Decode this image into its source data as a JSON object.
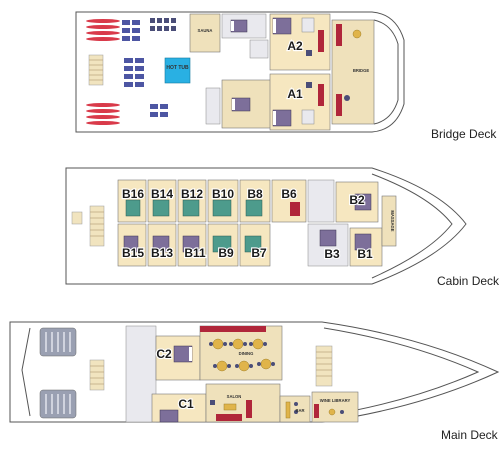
{
  "decks": {
    "bridge": {
      "title": "Bridge Deck",
      "cabins": [
        "A2",
        "A1"
      ],
      "spaces": {
        "sauna": "SAUNA",
        "hot_tub": "HOT TUB",
        "bridge": "BRIDGE"
      }
    },
    "cabin": {
      "title": "Cabin Deck",
      "cabins_top": [
        "B16",
        "B14",
        "B12",
        "B10",
        "B8",
        "B6",
        "B2"
      ],
      "cabins_bottom": [
        "B15",
        "B13",
        "B11",
        "B9",
        "B7",
        "B3",
        "B1"
      ],
      "spaces": {
        "massage": "MASSAGE"
      }
    },
    "main": {
      "title": "Main Deck",
      "cabins": [
        "C2",
        "C1"
      ],
      "spaces": {
        "dining": "DINING",
        "salon": "SALON",
        "bar": "BAR",
        "wine_library": "WINE LIBRARY"
      }
    }
  },
  "colors": {
    "cabin_floor": "#f6e7c0",
    "bed": "#7d6f9a",
    "bed_alt": "#4d9b8c",
    "sofa": "#b0263a",
    "hot_tub": "#29b0e3",
    "kayak": "#d93a4a",
    "lounger": "#4d56a3"
  }
}
